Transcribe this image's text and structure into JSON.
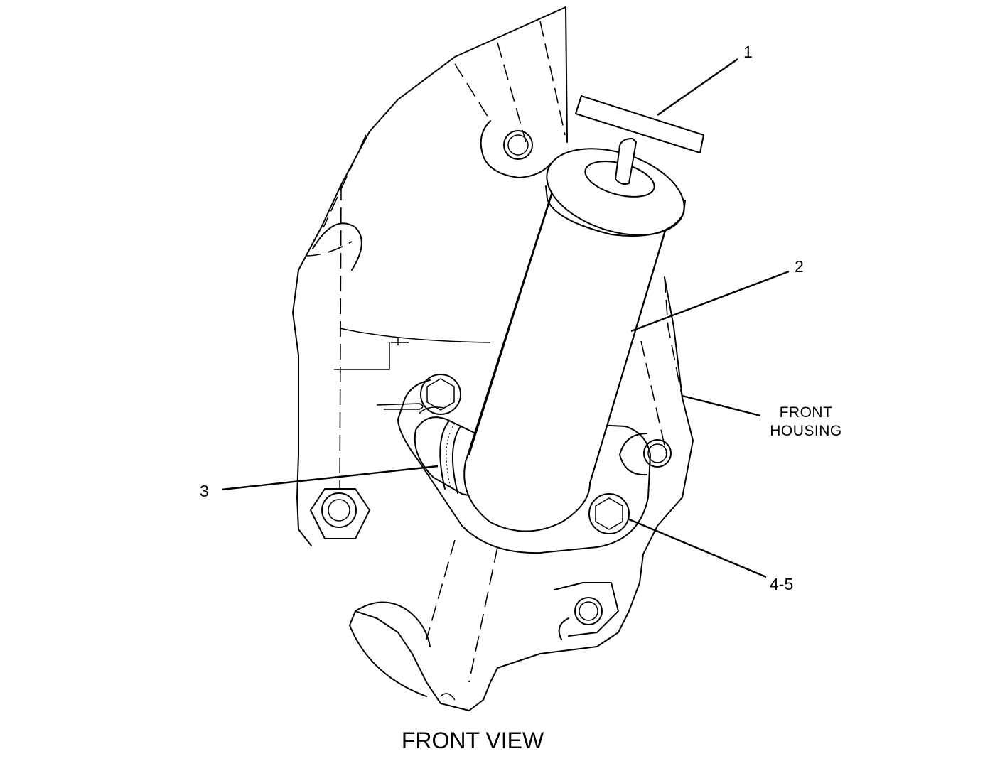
{
  "diagram": {
    "title": "FRONT VIEW",
    "callouts": [
      {
        "id": "1",
        "label": "1"
      },
      {
        "id": "2",
        "label": "2"
      },
      {
        "id": "3",
        "label": "3"
      },
      {
        "id": "4-5",
        "label": "4-5"
      }
    ],
    "housing_label": [
      "FRONT",
      "HOUSING"
    ]
  }
}
